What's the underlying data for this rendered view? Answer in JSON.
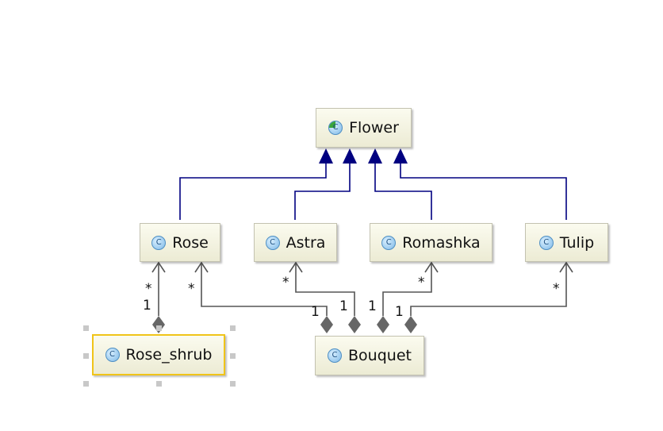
{
  "diagram": {
    "classes": {
      "flower": {
        "name": "Flower",
        "icon": "c-abstract-class-icon",
        "icon_glyph": "C"
      },
      "rose": {
        "name": "Rose",
        "icon": "c-class-icon",
        "icon_glyph": "C"
      },
      "astra": {
        "name": "Astra",
        "icon": "c-class-icon",
        "icon_glyph": "C"
      },
      "romashka": {
        "name": "Romashka",
        "icon": "c-class-icon",
        "icon_glyph": "C"
      },
      "tulip": {
        "name": "Tulip",
        "icon": "c-class-icon",
        "icon_glyph": "C"
      },
      "rose_shrub": {
        "name": "Rose_shrub",
        "icon": "c-class-icon",
        "icon_glyph": "C"
      },
      "bouquet": {
        "name": "Bouquet",
        "icon": "c-class-icon",
        "icon_glyph": "C"
      }
    },
    "multiplicities": {
      "rose_shrub_rose_target": "*",
      "rose_shrub_rose_source": "1",
      "bouquet_rose_target": "*",
      "bouquet_rose_source": "1",
      "bouquet_astra_target": "*",
      "bouquet_astra_source": "1",
      "bouquet_romashka_target": "*",
      "bouquet_romashka_source": "1",
      "bouquet_tulip_target": "*",
      "bouquet_tulip_source": "1"
    },
    "colors": {
      "generalization": "#000080",
      "composition": "#555555",
      "selection": "#f0c419"
    }
  }
}
